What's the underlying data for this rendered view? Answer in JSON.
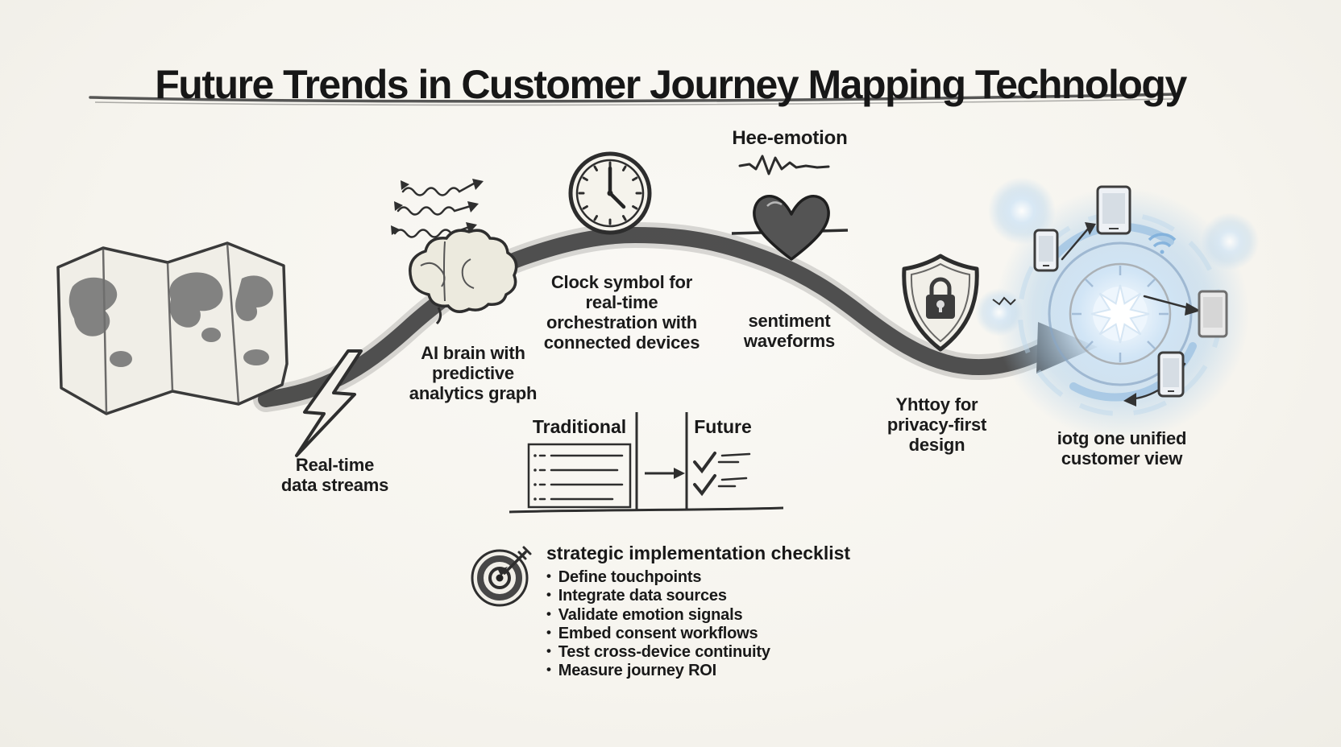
{
  "title": "Future Trends in Customer Journey Mapping Technology",
  "colors": {
    "ink": "#2b2b2b",
    "paper": "#f6f4ee",
    "glow_blue": "#a9cdec",
    "continent_gray": "#6e6e6e"
  },
  "labels": {
    "emotion_caption": "Hee-emotion",
    "clock_caption": "Clock symbol for real-time orchestration with connected devices",
    "ai_caption": "AI brain with predictive analytics graph",
    "sentiment_caption": "sentiment waveforms",
    "realtime_caption": "Real-time data streams",
    "privacy_caption": "Yhttoy for privacy-first design",
    "unified_caption": "iotg one unified customer view"
  },
  "comparison_table": {
    "left_header": "Traditional",
    "right_header": "Future"
  },
  "checklist": {
    "title": "strategic implementation checklist",
    "items": [
      "Define touchpoints",
      "Integrate data sources",
      "Validate emotion signals",
      "Embed consent workflows",
      "Test cross-device continuity",
      "Measure journey ROI"
    ]
  },
  "icons": {
    "world-map-icon": "folded world map sketch",
    "lightning-bolt-icon": "lightning bolt",
    "ai-brain-icon": "brain with squiggle arrows",
    "clock-icon": "analog clock",
    "waveform-icon": "emotion waveform",
    "heart-icon": "heart with pulse line",
    "shield-lock-icon": "shield with padlock",
    "journey-arrow-icon": "thick curved journey arrow",
    "unified-hub-icon": "glowing hub with connected devices",
    "target-icon": "target with dart",
    "comparison-sketch-icon": "traditional vs future table sketch"
  }
}
